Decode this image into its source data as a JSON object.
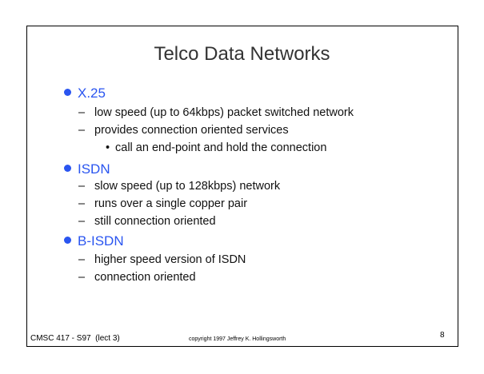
{
  "title": "Telco Data Networks",
  "bullets": [
    {
      "label": "X.25",
      "items": [
        "low speed (up to 64kbps) packet switched network",
        "provides connection oriented services"
      ],
      "subitems": [
        "call an end-point and hold the connection"
      ]
    },
    {
      "label": "ISDN",
      "items": [
        "slow speed (up to 128kbps) network",
        "runs over a single copper pair",
        "still connection oriented"
      ]
    },
    {
      "label": "B-ISDN",
      "items": [
        "higher speed version of ISDN",
        "connection oriented"
      ]
    }
  ],
  "footer": {
    "course": "CMSC 417 - S97  (lect 3)",
    "copyright": "copyright 1997  Jeffrey K. Hollingsworth",
    "page": "8"
  },
  "colors": {
    "accent": "#2a55f0"
  }
}
